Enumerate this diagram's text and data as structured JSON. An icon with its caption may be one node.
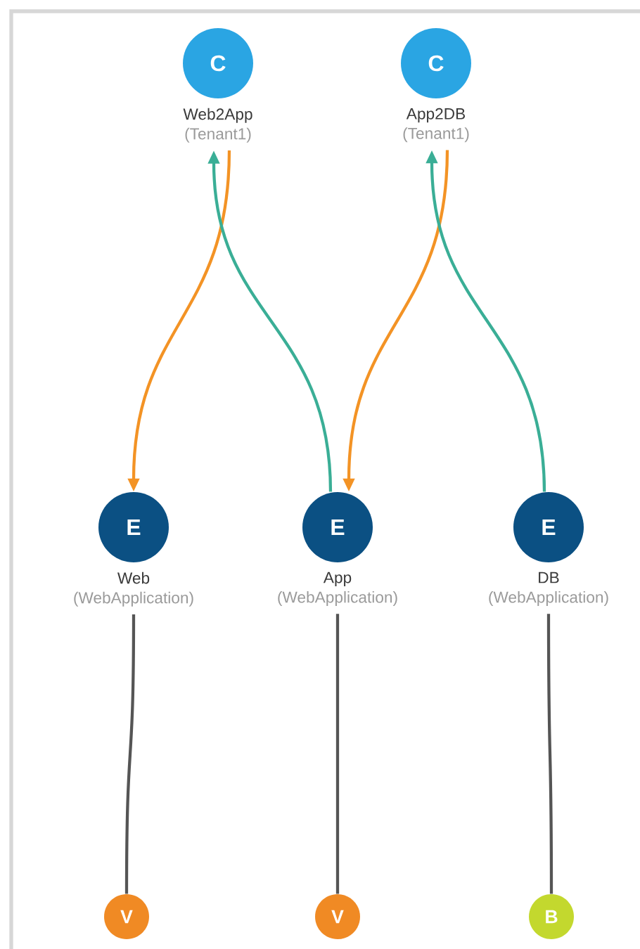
{
  "diagram": {
    "nodes": [
      {
        "text": [
          "C"
        ],
        "beside": [
          "Web2App",
          "(Tenant1)"
        ]
      },
      {
        "text": [
          "C"
        ],
        "beside": [
          "App2DB",
          "(Tenant1)"
        ]
      },
      {
        "text": [
          "E"
        ],
        "beside": [
          "Web",
          "(WebApplication)"
        ]
      },
      {
        "text": [
          "E"
        ],
        "beside": [
          "App",
          "(WebApplication)"
        ]
      },
      {
        "text": [
          "E"
        ],
        "beside": [
          "DB",
          "(WebApplication)"
        ]
      },
      {
        "text": [
          "V"
        ]
      },
      {
        "text": [
          "V"
        ]
      },
      {
        "text": [
          "B"
        ]
      }
    ],
    "edges": [
      {
        "from": 0,
        "to": 2,
        "arrow": "to",
        "color": "#f39325"
      },
      {
        "from": 3,
        "to": 0,
        "arrow": "to",
        "color": "#3aae96"
      },
      {
        "from": 1,
        "to": 3,
        "arrow": "to",
        "color": "#f39325"
      },
      {
        "from": 4,
        "to": 1,
        "arrow": "to",
        "color": "#3aae96"
      },
      {
        "from": 2,
        "to": 5,
        "arrow": "none"
      },
      {
        "from": 3,
        "to": 6,
        "arrow": "none"
      },
      {
        "from": 4,
        "to": 7,
        "arrow": "none"
      }
    ]
  }
}
